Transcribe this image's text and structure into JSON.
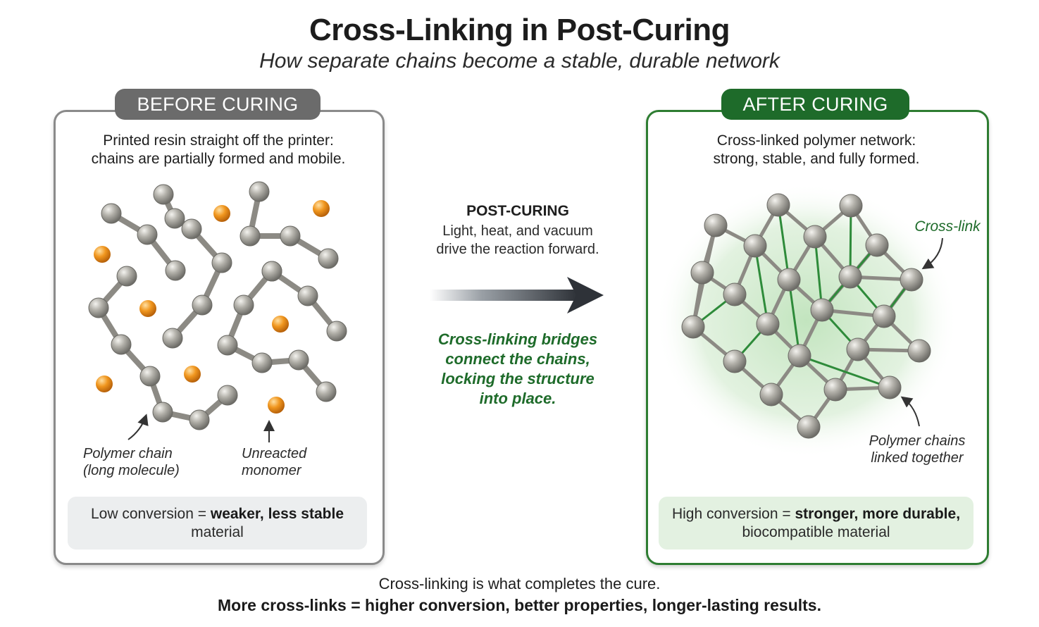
{
  "title": "Cross-Linking in Post-Curing",
  "subtitle": "How separate chains become a stable, durable network",
  "before": {
    "badge": "BEFORE CURING",
    "description_line1": "Printed resin straight off the printer:",
    "description_line2": "chains are partially formed and mobile.",
    "label_polymer_line1": "Polymer chain",
    "label_polymer_line2": "(long molecule)",
    "label_monomer_line1": "Unreacted",
    "label_monomer_line2": "monomer",
    "note_prefix": "Low conversion = ",
    "note_bold": "weaker, less stable",
    "note_suffix": " material"
  },
  "middle": {
    "title": "POST-CURING",
    "description_line1": "Light, heat, and vacuum",
    "description_line2": "drive the reaction forward.",
    "green_line1": "Cross-linking bridges",
    "green_line2": "connect the chains,",
    "green_line3": "locking the structure",
    "green_line4": "into place."
  },
  "after": {
    "badge": "AFTER CURING",
    "description_line1": "Cross-linked polymer network:",
    "description_line2": "strong, stable, and fully formed.",
    "label_crosslink": "Cross-link",
    "label_chains_line1": "Polymer chains",
    "label_chains_line2": "linked together",
    "note_prefix": "High conversion = ",
    "note_bold": "stronger, more durable,",
    "note_line2": "biocompatible material"
  },
  "footer": {
    "line1": "Cross-linking is what completes the cure.",
    "line2": "More cross-links = higher conversion, better properties, longer-lasting results."
  },
  "colors": {
    "atom_gray": "#a9a8a2",
    "monomer_orange": "#f0961e",
    "crosslink_green": "#2e8b3a",
    "accent_green": "#1e6b2a",
    "badge_gray": "#6b6b6b"
  }
}
